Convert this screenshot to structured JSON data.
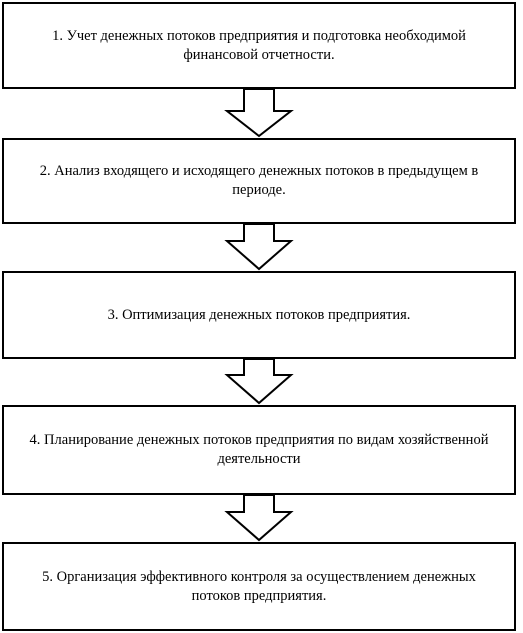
{
  "steps": [
    {
      "text": "1. Учет денежных потоков предприятия и подготовка необходимой финансовой отчетности."
    },
    {
      "text": "2. Анализ входящего и исходящего денежных потоков в предыдущем в периоде."
    },
    {
      "text": "3. Оптимизация денежных потоков предприятия."
    },
    {
      "text": "4. Планирование денежных потоков предприятия по видам хозяйственной деятельности"
    },
    {
      "text": "5. Организация эффективного контроля за осуществлением денежных потоков предприятия."
    }
  ],
  "colors": {
    "stroke": "#000000",
    "fill": "#ffffff",
    "background": "#ffffff"
  }
}
